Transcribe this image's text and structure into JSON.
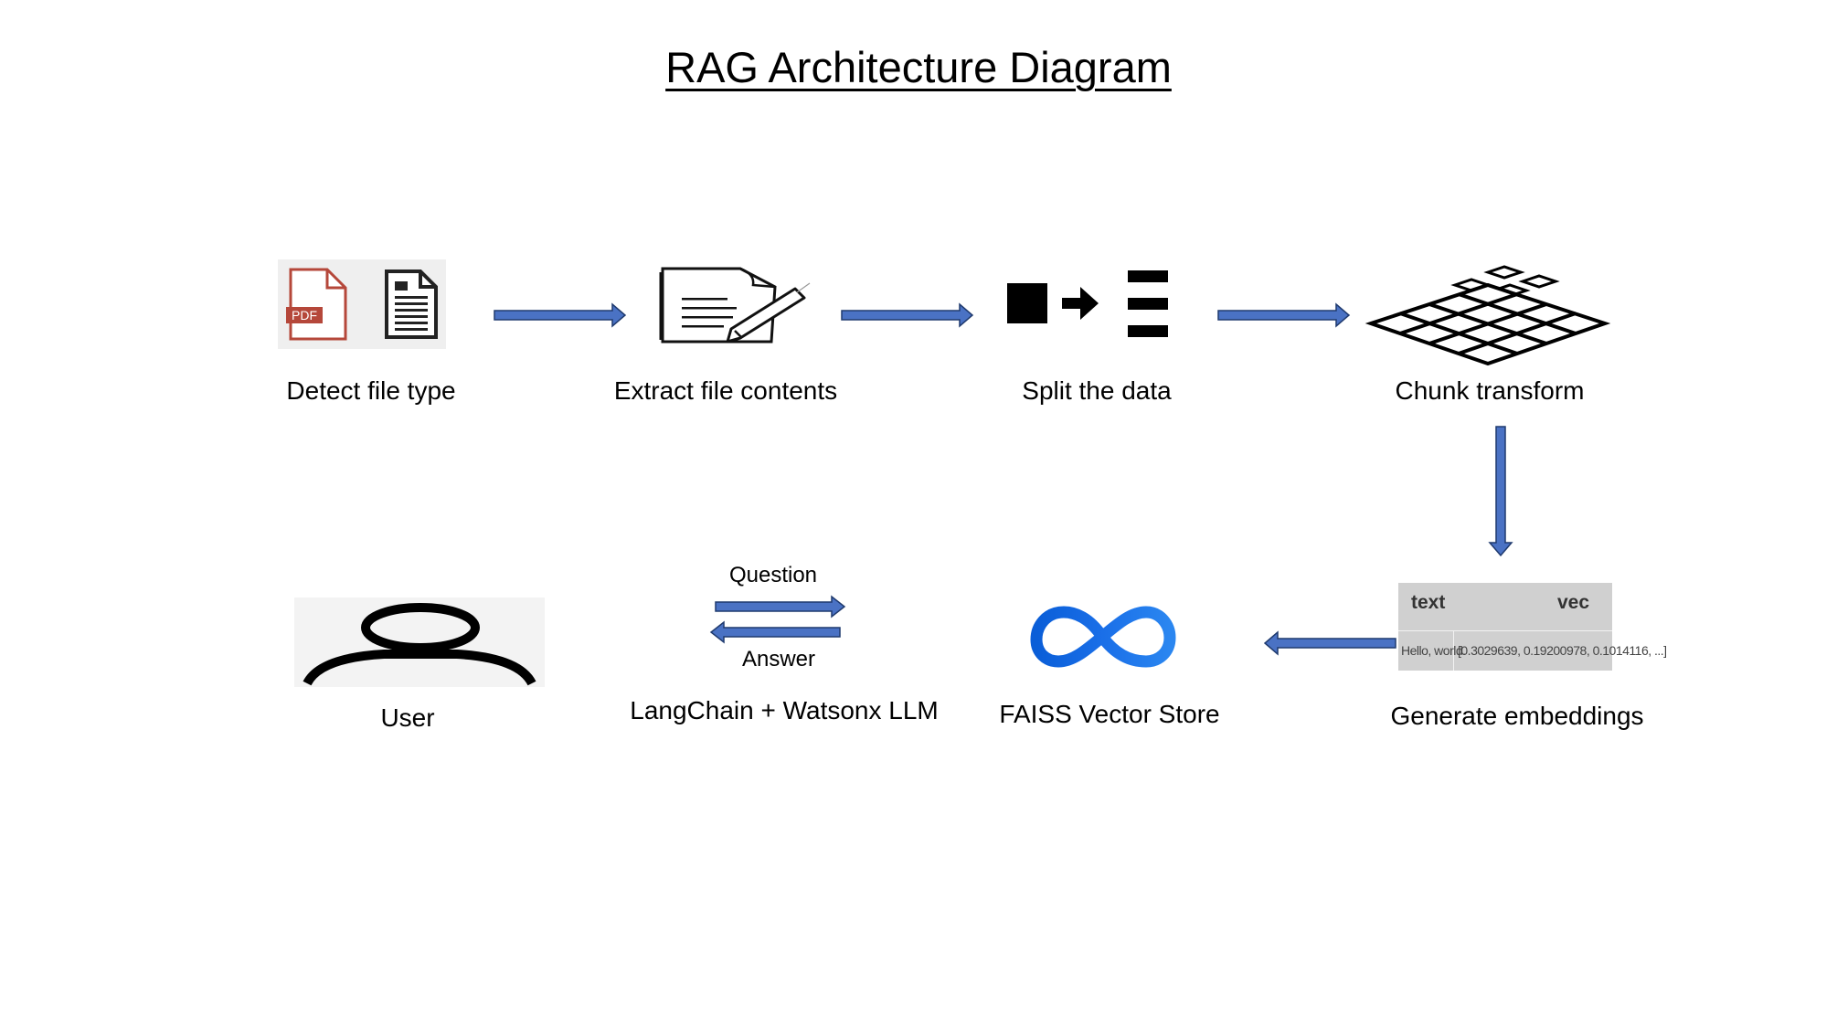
{
  "title": "RAG Architecture Diagram",
  "nodes": {
    "detect": {
      "label": "Detect file type",
      "pdf_badge": "PDF"
    },
    "extract": {
      "label": "Extract file contents"
    },
    "split": {
      "label": "Split the data"
    },
    "chunk": {
      "label": "Chunk transform"
    },
    "embed": {
      "label": "Generate embeddings",
      "table": {
        "col_text": "text",
        "col_vec": "vec",
        "cell_text": "Hello, world.",
        "cell_vec": "[0.3029639, 0.19200978, 0.1014116, ...]"
      }
    },
    "faiss": {
      "label": "FAISS Vector Store"
    },
    "llm": {
      "label": "LangChain + Watsonx LLM",
      "question": "Question",
      "answer": "Answer"
    },
    "user": {
      "label": "User"
    }
  },
  "colors": {
    "arrow_fill": "#4a72c4",
    "arrow_stroke": "#1f3a6e",
    "faiss_blue": "#1a6fe8",
    "pdf_red": "#b5473a"
  }
}
